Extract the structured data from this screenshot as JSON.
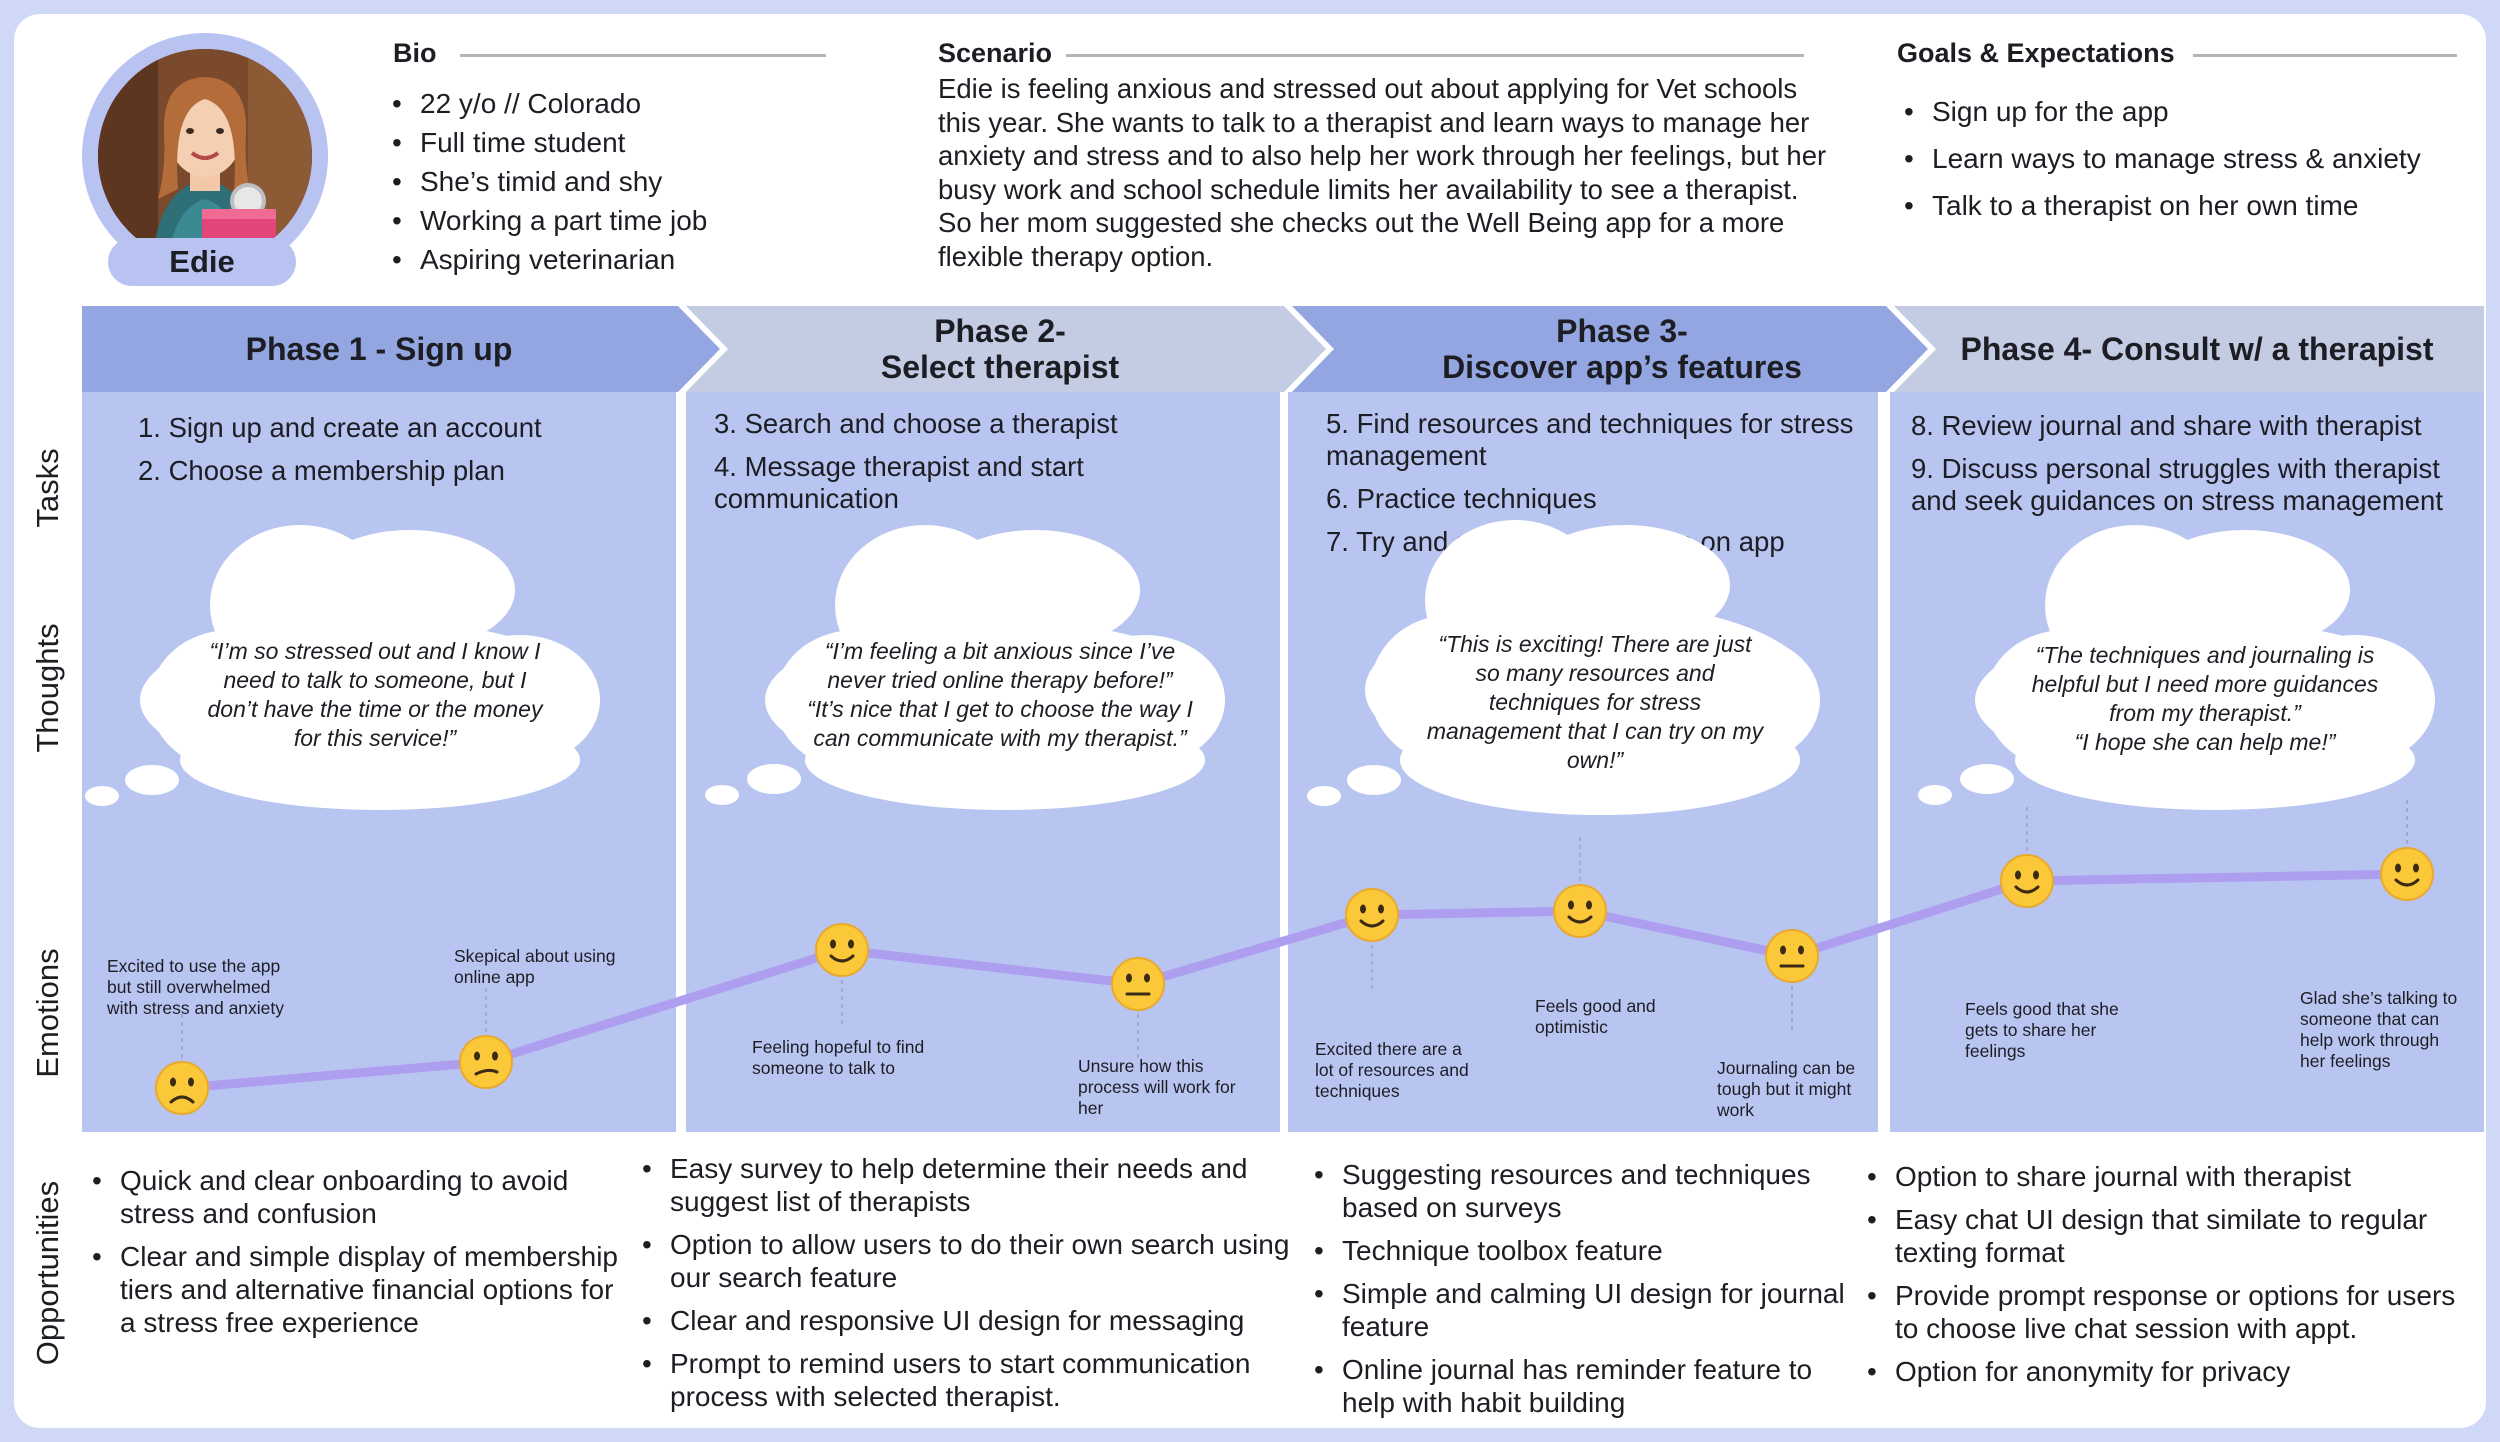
{
  "persona": {
    "name": "Edie",
    "bio_title": "Bio",
    "bio": [
      "22 y/o // Colorado",
      "Full time student",
      "She’s timid and shy",
      "Working a part time job",
      "Aspiring veterinarian"
    ],
    "scenario_title": "Scenario",
    "scenario": "Edie is feeling anxious and stressed out about applying for Vet schools this year. She wants to talk to a therapist and learn ways to manage her anxiety and stress and to also help her work through her feelings, but her busy work and school schedule limits her availability to see a therapist. So her mom suggested she checks out the Well Being app for a more flexible therapy option.",
    "goals_title": "Goals & Expectations",
    "goals": [
      "Sign up for the app",
      "Learn ways to manage stress & anxiety",
      "Talk to a therapist on her own time"
    ]
  },
  "row_labels": {
    "tasks": "Tasks",
    "thoughts": "Thoughts",
    "emotions": "Emotions",
    "opportunities": "Opportunities"
  },
  "phases": [
    {
      "title": "Phase 1 - Sign up",
      "tasks": [
        "1. Sign up and create an account",
        "2. Choose a membership plan"
      ],
      "thought": "“I’m so stressed out and I know I\nneed to talk to someone, but I\ndon’t have the time or the money\nfor this service!”",
      "opportunities": [
        "Quick and clear onboarding to avoid stress and confusion",
        "Clear and simple display of membership tiers and alternative financial options for a stress free experience"
      ]
    },
    {
      "title": "Phase 2-\nSelect therapist",
      "tasks": [
        "3. Search and choose a therapist",
        "4. Message therapist and start communication"
      ],
      "thought": "“I’m feeling a bit anxious since I’ve\nnever tried online therapy before!”\n“It’s nice that I get to choose the way I\ncan communicate with my therapist.”",
      "opportunities": [
        "Easy survey to help determine their needs and suggest list of therapists",
        "Option to allow users to do their own search using our search feature",
        "Clear and responsive UI design for messaging",
        "Prompt to remind users to start communication process with selected therapist."
      ]
    },
    {
      "title": "Phase 3-\nDiscover app’s features",
      "tasks": [
        "5. Find resources and techniques for stress management",
        "6. Practice techniques",
        "7. Try and start journal feature on app"
      ],
      "thought": "“This is exciting! There are just\nso many resources and\ntechniques for stress\nmanagement that I can try on my\nown!”",
      "opportunities": [
        "Suggesting resources and techniques based on surveys",
        "Technique toolbox feature",
        "Simple and calming UI design for journal feature",
        "Online journal has reminder feature to help with habit building"
      ]
    },
    {
      "title": "Phase 4- Consult w/ a therapist",
      "tasks": [
        "8. Review journal and share with therapist",
        "9. Discuss personal struggles with therapist and seek guidances on stress management"
      ],
      "thought": "“The techniques and journaling is\nhelpful but I need more guidances\nfrom my therapist.”\n“I hope she can help me!”",
      "opportunities": [
        "Option to share journal with therapist",
        "Easy chat UI design that similate to regular texting format",
        "Provide prompt response or options for users to choose live chat session with appt.",
        "Option for anonymity for privacy"
      ]
    }
  ],
  "emotions": [
    {
      "mood": "sad",
      "label": "Excited to use the app\nbut still overwhelmed\nwith stress and anxiety"
    },
    {
      "mood": "confused",
      "label": "Skepical about using\nonline app"
    },
    {
      "mood": "happy",
      "label": "Feeling hopeful to find\nsomeone to talk to"
    },
    {
      "mood": "neutral",
      "label": "Unsure how this\nprocess will work for\nher"
    },
    {
      "mood": "happy",
      "label": "Excited there are a\nlot of resources and\ntechniques"
    },
    {
      "mood": "happy",
      "label": "Feels good and\noptimistic"
    },
    {
      "mood": "neutral",
      "label": "Journaling can be\ntough but it might\nwork"
    },
    {
      "mood": "happy",
      "label": "Feels good that she\ngets to share her\nfeelings"
    },
    {
      "mood": "happy",
      "label": "Glad she’s talking to\nsomeone that can\nhelp work through\nher feelings"
    }
  ],
  "colors": {
    "phase_header_primary": "#93a6e1",
    "phase_header_secondary": "#c3cce3",
    "phase_body": "#b8c5f1",
    "emotion_line": "#ad9ef0",
    "emoji_face": "#fbc839"
  }
}
